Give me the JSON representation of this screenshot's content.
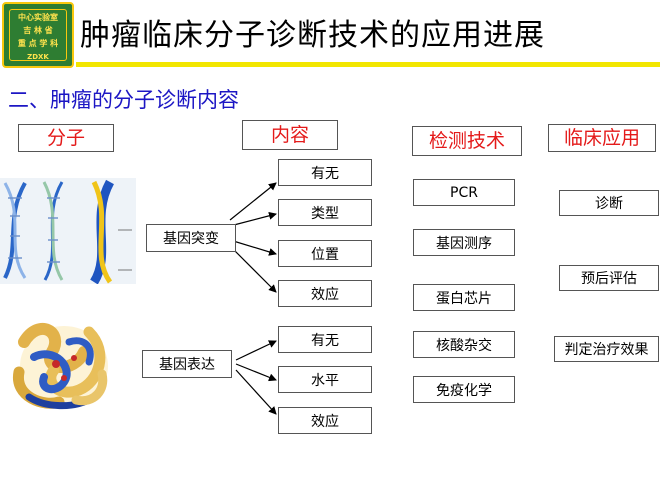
{
  "logo": {
    "line1": "中心实验室",
    "line2": "吉 林 省",
    "line3": "重 点 学 科",
    "line4": "ZDXK"
  },
  "title": "肿瘤临床分子诊断技术的应用进展",
  "subtitle": "二、肿瘤的分子诊断内容",
  "headers": {
    "molecule": "分子",
    "content": "内容",
    "technique": "检测技术",
    "clinical": "临床应用"
  },
  "molecules": {
    "mutation": "基因突变",
    "expression": "基因表达"
  },
  "mutation_items": [
    "有无",
    "类型",
    "位置",
    "效应"
  ],
  "expression_items": [
    "有无",
    "水平",
    "效应"
  ],
  "techniques": [
    "PCR",
    "基因测序",
    "蛋白芯片",
    "核酸杂交",
    "免疫化学"
  ],
  "clinical": [
    "诊断",
    "预后评估",
    "判定治疗效果"
  ],
  "colors": {
    "title_rule": "#f2e600",
    "subtitle": "#1c16c4",
    "header_text": "#e41a1a",
    "logo_bg": "#2e7d32"
  }
}
